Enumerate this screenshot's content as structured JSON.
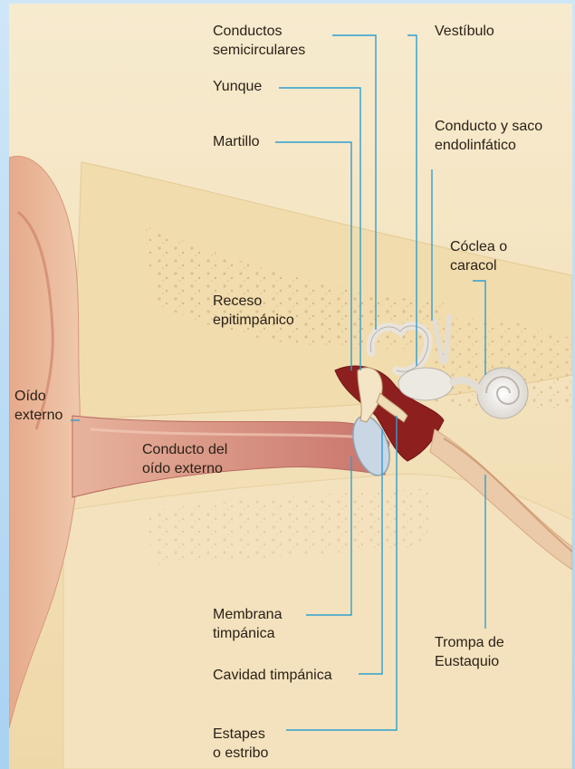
{
  "labels": {
    "conductos": "Conductos\nsemicirculares",
    "vestibulo": "Vestíbulo",
    "yunque": "Yunque",
    "martillo": "Martillo",
    "conducto_saco": "Conducto y saco\nendolinfático",
    "coclea": "Cóclea o\ncaracol",
    "receso": "Receso\nepitimpánico",
    "oido_externo": "Oído\nexterno",
    "conducto_oido": "Conducto del\noído externo",
    "membrana": "Membrana\ntimpánica",
    "trompa": "Trompa de\nEustaquio",
    "cavidad": "Cavidad timpánica",
    "estapes": "Estapes\no estribo"
  },
  "colors": {
    "background_blue": "#b8dcf5",
    "bone": "#f2ddb3",
    "skin": "#e9b9a0",
    "canal": "#d68f87",
    "middle_ear": "#8e1f1f",
    "inner_ear": "#f0eee9",
    "leader_line": "#2f9fcf"
  }
}
